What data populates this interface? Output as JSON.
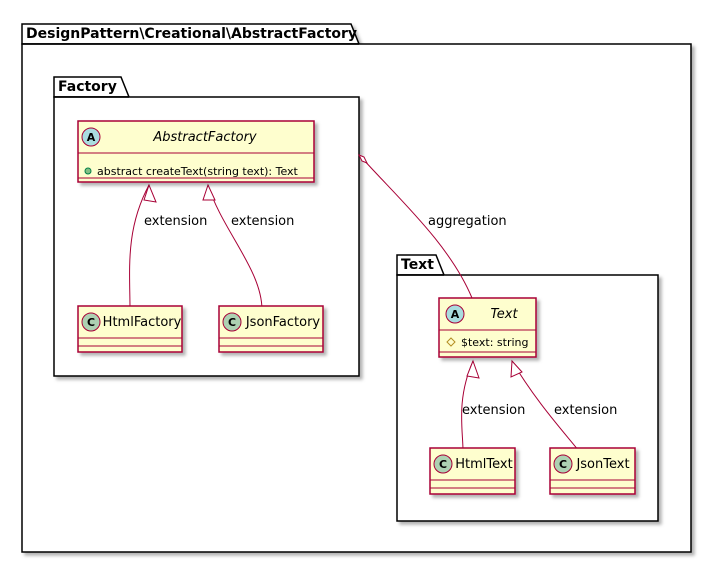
{
  "packages": {
    "outer": {
      "label": "DesignPattern\\Creational\\AbstractFactory"
    },
    "factory": {
      "label": "Factory"
    },
    "text": {
      "label": "Text"
    }
  },
  "classes": {
    "abstract_factory": {
      "stereotype": "A",
      "name": "AbstractFactory",
      "abstract": true,
      "members": [
        {
          "visibility": "public",
          "text": "abstract createText(string text): Text"
        }
      ]
    },
    "html_factory": {
      "stereotype": "C",
      "name": "HtmlFactory",
      "abstract": false,
      "members": []
    },
    "json_factory": {
      "stereotype": "C",
      "name": "JsonFactory",
      "abstract": false,
      "members": []
    },
    "text": {
      "stereotype": "A",
      "name": "Text",
      "abstract": true,
      "members": [
        {
          "visibility": "protected",
          "text": "$text: string"
        }
      ]
    },
    "html_text": {
      "stereotype": "C",
      "name": "HtmlText",
      "abstract": false,
      "members": []
    },
    "json_text": {
      "stereotype": "C",
      "name": "JsonText",
      "abstract": false,
      "members": []
    }
  },
  "relations": {
    "html_factory_ext": {
      "label": "extension",
      "type": "generalization"
    },
    "json_factory_ext": {
      "label": "extension",
      "type": "generalization"
    },
    "factory_text_agg": {
      "label": "aggregation",
      "type": "aggregation"
    },
    "html_text_ext": {
      "label": "extension",
      "type": "generalization"
    },
    "json_text_ext": {
      "label": "extension",
      "type": "generalization"
    }
  },
  "colors": {
    "class_fill": "#FEFECE",
    "class_border": "#A80036",
    "abstract_circle": "#A9DCDF",
    "class_circle": "#ADD1B2",
    "line": "#A80036",
    "text": "#000000",
    "shadow": "#BBBBBB",
    "public_marker": "#84BE84",
    "protected_marker": "#B38D22"
  }
}
